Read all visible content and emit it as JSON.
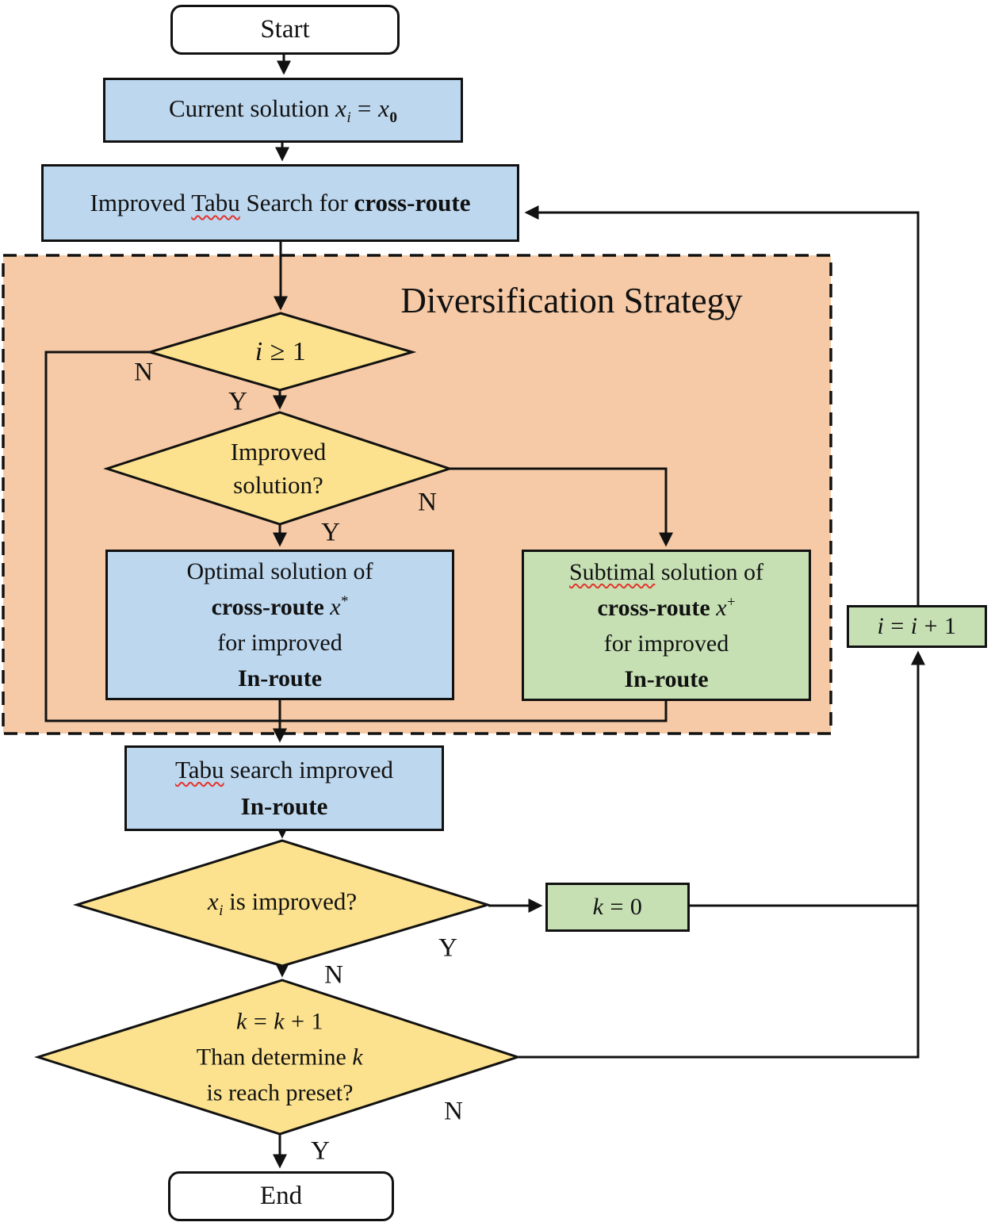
{
  "diagram": {
    "title": "Diversification Strategy",
    "colors": {
      "node_blue": "#bdd7ee",
      "node_green": "#c6e0b4",
      "region_salmon": "#f6caa6",
      "diamond_yellow": "#fce28e",
      "stroke": "#111111",
      "spellcheck_red": "#e3342c"
    },
    "nodes": {
      "start": {
        "label": "Start"
      },
      "current": {
        "prefix": "Current solution ",
        "var1": "x",
        "sub1": "i",
        "eq": " = ",
        "var2": "x",
        "sub2": "0"
      },
      "tabu_cross": {
        "pre": "Improved ",
        "tabu": "Tabu",
        "mid": " Search for ",
        "bold": "cross-route"
      },
      "d1": {
        "var": "i",
        "rest": " ≥ 1"
      },
      "d2": {
        "line1": "Improved",
        "line2": "solution?"
      },
      "optimal": {
        "line1": "Optimal solution of",
        "line2_bold": "cross-route ",
        "line2_var": "x",
        "line2_sup": "*",
        "line3": "for improved",
        "line4_bold": "In-route"
      },
      "subtimal": {
        "line1_word": "Subtimal",
        "line1_rest": " solution of",
        "line2_bold": "cross-route ",
        "line2_var": "x",
        "line2_sup": "+",
        "line3": "for improved",
        "line4_bold": "In-route"
      },
      "tabu_in": {
        "word": "Tabu",
        "line1_rest": " search improved",
        "line2_bold": "In-route"
      },
      "d3": {
        "var": "x",
        "sub": "i",
        "rest": " is improved?"
      },
      "k0": {
        "var": "k",
        "rest": " = 0"
      },
      "d4": {
        "l1_k1": "k",
        "l1_eq": " = ",
        "l1_k2": "k",
        "l1_plus": " + 1",
        "l2_pre": "Than determine ",
        "l2_var": "k",
        "l3": "is reach preset?"
      },
      "iplus": {
        "v1": "i",
        "eq": " = ",
        "v2": "i",
        "plus": " + 1"
      },
      "end": {
        "label": "End"
      }
    },
    "edge_labels": {
      "d1_n": "N",
      "d1_y": "Y",
      "d2_n": "N",
      "d2_y": "Y",
      "d3_y": "Y",
      "d3_n": "N",
      "d4_n": "N",
      "d4_y": "Y"
    }
  }
}
